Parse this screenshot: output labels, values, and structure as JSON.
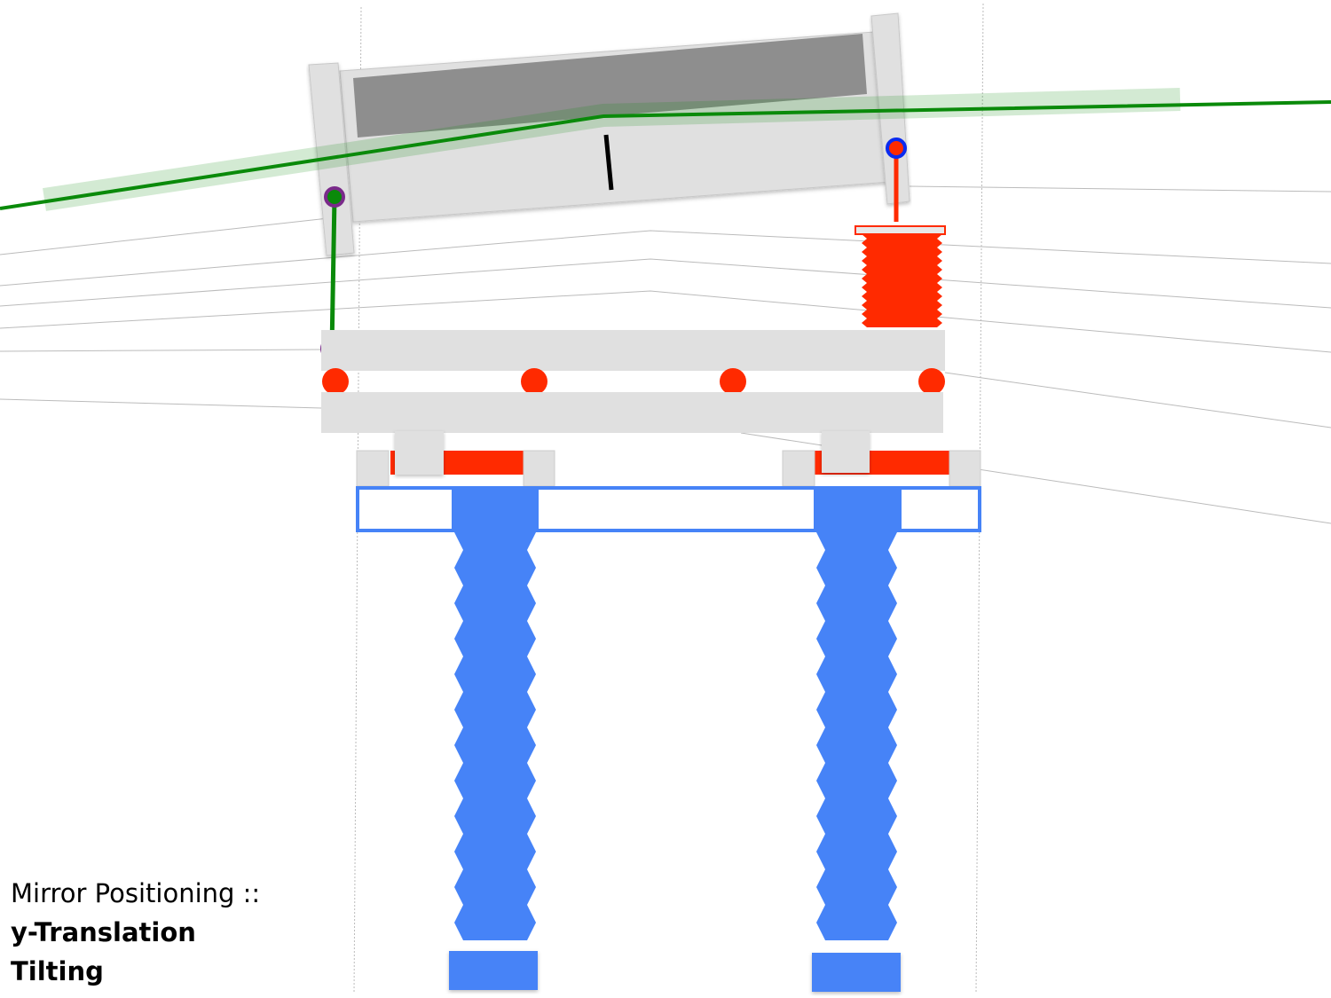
{
  "caption": {
    "title": "Mirror Positioning ::",
    "mode_1": "y-Translation",
    "mode_2": "Tilting"
  },
  "colors": {
    "frame_gray": "#e0e0e0",
    "mirror_dark": "#8e8e8e",
    "beam_green": "#0a8a0a",
    "actuator_red": "#ff2a00",
    "stage_blue": "#4683f7",
    "pivot_purple": "#7a2a8a",
    "pivot_blue": "#0a2af0"
  }
}
